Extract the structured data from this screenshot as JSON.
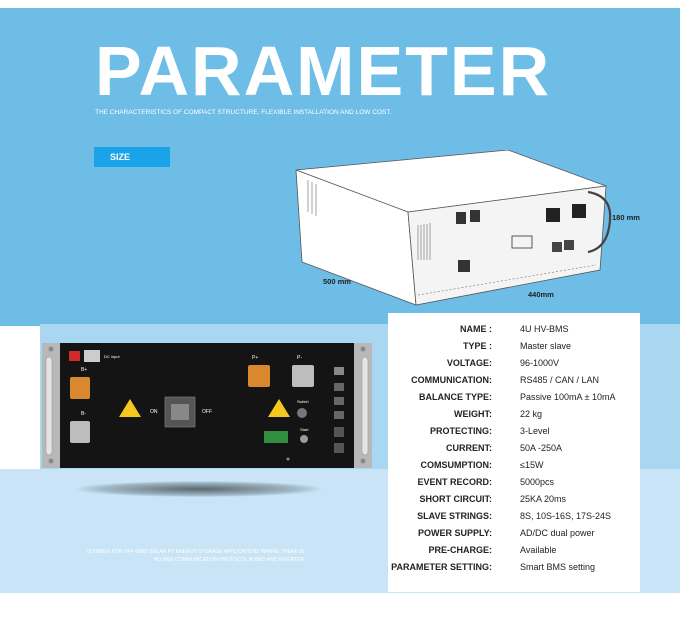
{
  "header": {
    "title": "PARAMETER",
    "tagline": "THE CHARACTERISTICS OF COMPACT STRUCTURE, FLEXIBLE INSTALLATION AND LOW COST.",
    "section_tag": "SIZE"
  },
  "dimensions": {
    "height": "180 mm",
    "depth": "500 mm",
    "width": "440mm"
  },
  "panel": {
    "labels": {
      "dc_input": "DC input",
      "b_plus": "B+",
      "b_minus": "B-",
      "p_plus": "P+",
      "p_minus": "P-",
      "on": "ON",
      "off": "OFF",
      "switch": "Switch",
      "start": "Start"
    }
  },
  "note": {
    "line1": "SUITABLE FOR OFF-GRID SOLAR PV ENERGY STORAGE APPLICATIONS WHERE THERE IS",
    "line2": "NO BMS COMMUNICATION PROTOCOL IN BMS AND INVERTER"
  },
  "specs": [
    {
      "label": "NAME :",
      "value": "4U HV-BMS"
    },
    {
      "label": "TYPE :",
      "value": "Master slave"
    },
    {
      "label": "VOLTAGE:",
      "value": "96-1000V"
    },
    {
      "label": "COMMUNICATION:",
      "value": "RS485  /  CAN / LAN"
    },
    {
      "label": "BALANCE TYPE:",
      "value": "Passive 100mA ± 10mA"
    },
    {
      "label": "WEIGHT:",
      "value": "22 kg"
    },
    {
      "label": "PROTECTING:",
      "value": "3-Level"
    },
    {
      "label": "CURRENT:",
      "value": "50A -250A"
    },
    {
      "label": "COMSUMPTION:",
      "value": "≤15W"
    },
    {
      "label": "EVENT RECORD:",
      "value": "5000pcs"
    },
    {
      "label": "SHORT CIRCUIT:",
      "value": "25KA 20ms"
    },
    {
      "label": "SLAVE STRINGS:",
      "value": "8S, 10S-16S, 17S-24S"
    },
    {
      "label": "POWER SUPPLY:",
      "value": "AD/DC dual power"
    },
    {
      "label": "PRE-CHARGE:",
      "value": "Available"
    },
    {
      "label": "PARAMETER SETTING:",
      "value": "Smart BMS setting"
    }
  ],
  "colors": {
    "top_band": "#6ebde6",
    "accent": "#1aa3e8",
    "mid_band": "#a9d6f0",
    "bottom_band": "#c8e4f6",
    "terminal_orange": "#d9882e",
    "warning_yellow": "#f4c81e"
  }
}
